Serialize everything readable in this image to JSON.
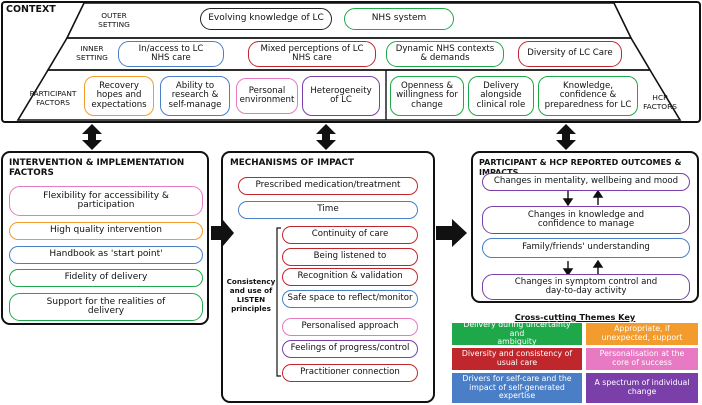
{
  "colors": {
    "green": "#1fa84a",
    "red": "#c0272d",
    "blue": "#4a7fc8",
    "orange": "#f39c2d",
    "pink": "#e879c3",
    "purple": "#7a3fa8",
    "dark": "#222222"
  },
  "context": {
    "title": "CONTEXT",
    "outer_label": "OUTER\nSETTING",
    "inner_label": "INNER\nSETTING",
    "participant_label": "PARTICIPANT\nFACTORS",
    "hcp_label": "HCP\nFACTORS",
    "outer": [
      {
        "label": "Evolving knowledge of LC",
        "color": "dark"
      },
      {
        "label": "NHS system",
        "color": "green"
      }
    ],
    "inner": [
      {
        "label": "In/access to LC\nNHS care",
        "color": "blue"
      },
      {
        "label": "Mixed perceptions of LC\nNHS care",
        "color": "red"
      },
      {
        "label": "Dynamic NHS contexts\n& demands",
        "color": "green"
      },
      {
        "label": "Diversity of LC Care",
        "color": "red"
      }
    ],
    "participant": [
      {
        "label": "Recovery\nhopes and\nexpectations",
        "color": "orange"
      },
      {
        "label": "Ability to\nresearch &\nself-manage",
        "color": "blue"
      },
      {
        "label": "Personal\nenvironment",
        "color": "pink"
      },
      {
        "label": "Heterogeneity\nof LC",
        "color": "purple"
      }
    ],
    "hcp": [
      {
        "label": "Openness &\nwillingness for\nchange",
        "color": "green"
      },
      {
        "label": "Delivery\nalongside\nclinical role",
        "color": "green"
      },
      {
        "label": "Knowledge,\nconfidence &\npreparedness for LC",
        "color": "green"
      }
    ]
  },
  "intervention": {
    "title": "INTERVENTION & IMPLEMENTATION\nFACTORS",
    "items": [
      {
        "label": "Flexibility for accessibility &\nparticipation",
        "color": "pink"
      },
      {
        "label": "High quality intervention",
        "color": "orange"
      },
      {
        "label": "Handbook as 'start point'",
        "color": "blue"
      },
      {
        "label": "Fidelity of delivery",
        "color": "green"
      },
      {
        "label": "Support for the realities of\ndelivery",
        "color": "green"
      }
    ]
  },
  "mechanisms": {
    "title": "MECHANISMS OF IMPACT",
    "top_items": [
      {
        "label": "Prescribed medication/treatment",
        "color": "red"
      },
      {
        "label": "Time",
        "color": "blue"
      }
    ],
    "bracket_label": "Consistency\nand use of\nLISTEN\nprinciples",
    "listen_items": [
      {
        "label": "Continuity of care",
        "color": "red"
      },
      {
        "label": "Being listened to",
        "color": "red"
      },
      {
        "label": "Recognition & validation",
        "color": "red"
      },
      {
        "label": "Safe space to reflect/monitor",
        "color": "blue"
      },
      {
        "label": "Personalised approach",
        "color": "pink"
      },
      {
        "label": "Feelings of progress/control",
        "color": "purple"
      },
      {
        "label": "Practitioner connection",
        "color": "red"
      }
    ]
  },
  "outcomes": {
    "title": "PARTICIPANT & HCP REPORTED OUTCOMES & IMPACTS",
    "items": [
      {
        "label": "Changes in mentality, wellbeing and mood",
        "color": "purple"
      },
      {
        "label": "Changes in knowledge and\nconfidence to manage",
        "color": "purple"
      },
      {
        "label": "Family/friends' understanding",
        "color": "blue"
      },
      {
        "label": "Changes in symptom control and\nday-to-day activity",
        "color": "purple"
      }
    ]
  },
  "key": {
    "title": "Cross-cutting Themes Key",
    "items": [
      {
        "label": "Delivery during uncertainty and\nambiguity",
        "color": "green"
      },
      {
        "label": "Appropriate, if\nunexpected, support",
        "color": "orange"
      },
      {
        "label": "Diversity and consistency of\nusual care",
        "color": "red"
      },
      {
        "label": "Personalisation at the\ncore of success",
        "color": "pink"
      },
      {
        "label": "Drivers for self-care and the\nimpact of self-generated\nexpertise",
        "color": "blue"
      },
      {
        "label": "A spectrum of individual\nchange",
        "color": "purple"
      }
    ]
  }
}
